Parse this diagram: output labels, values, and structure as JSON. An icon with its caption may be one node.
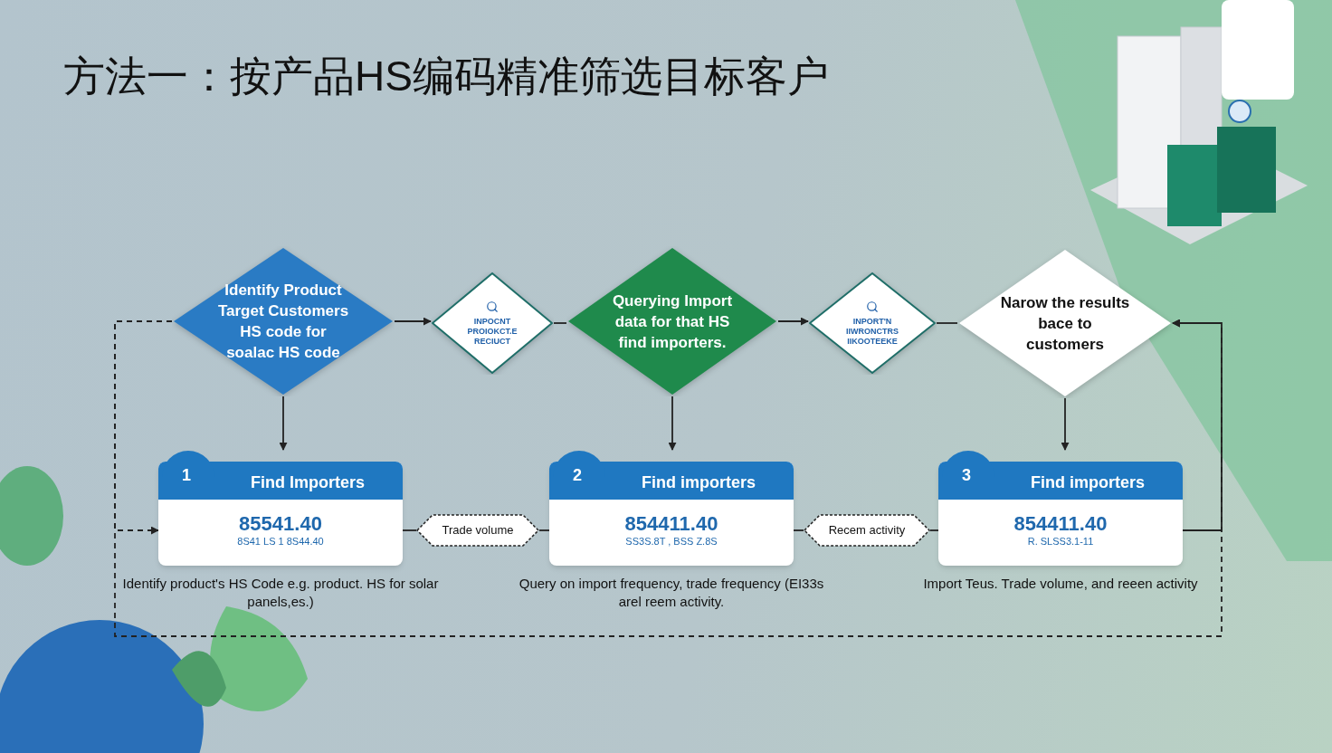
{
  "diagram": {
    "title": "方法一：按产品HS编码精准筛选目标客户",
    "nodes": [
      {
        "text": [
          "Identify Product Target Customers HS code for soalac HS code"
        ]
      },
      {
        "text": [
          "INPOCNT PROIOKCT.E RECIUCT"
        ]
      },
      {
        "text": [
          "Querying Import data for that HS find importers."
        ]
      },
      {
        "text": [
          "INPORT'N IIWRONCTRS IIKOOTEEKE"
        ]
      },
      {
        "text": [
          "Narow the results bace to customers"
        ]
      },
      {
        "text": [
          "1",
          "Find Importers",
          "85541.40",
          "8S41 LS 1 8S44.40"
        ],
        "beside": [
          "Identify product's HS Code e.g. product. HS for solar panels,es.)"
        ]
      },
      {
        "text": [
          "Trade volume"
        ]
      },
      {
        "text": [
          "2",
          "Find importers",
          "854411.40",
          "SS3S.8T , BSS Z.8S"
        ],
        "beside": [
          "Query on import frequency, trade frequency (EI33s arel reem activity."
        ]
      },
      {
        "text": [
          "Recem activity"
        ]
      },
      {
        "text": [
          "3",
          "Find importers",
          "854411.40",
          "R. SLSS3.1-11"
        ],
        "beside": [
          "Import Teus. Trade volume, and reeen activity"
        ]
      }
    ],
    "edges": [
      {
        "from": 0,
        "to": 1,
        "arrow": "to"
      },
      {
        "from": 1,
        "to": 2,
        "arrow": "none"
      },
      {
        "from": 2,
        "to": 3,
        "arrow": "to"
      },
      {
        "from": 3,
        "to": 4,
        "arrow": "none"
      },
      {
        "from": 0,
        "to": 5,
        "arrow": "to"
      },
      {
        "from": 2,
        "to": 7,
        "arrow": "to"
      },
      {
        "from": 4,
        "to": 9,
        "arrow": "to"
      },
      {
        "from": 5,
        "to": 6,
        "arrow": "none"
      },
      {
        "from": 6,
        "to": 7,
        "arrow": "none"
      },
      {
        "from": 7,
        "to": 8,
        "arrow": "none"
      },
      {
        "from": 8,
        "to": 9,
        "arrow": "none"
      },
      {
        "from": 0,
        "to": 5,
        "arrow": "to",
        "style": "dashed"
      },
      {
        "from": 0,
        "to": 4,
        "arrow": "to",
        "style": "dashed"
      },
      {
        "from": 9,
        "to": 4,
        "arrow": "to"
      }
    ]
  }
}
